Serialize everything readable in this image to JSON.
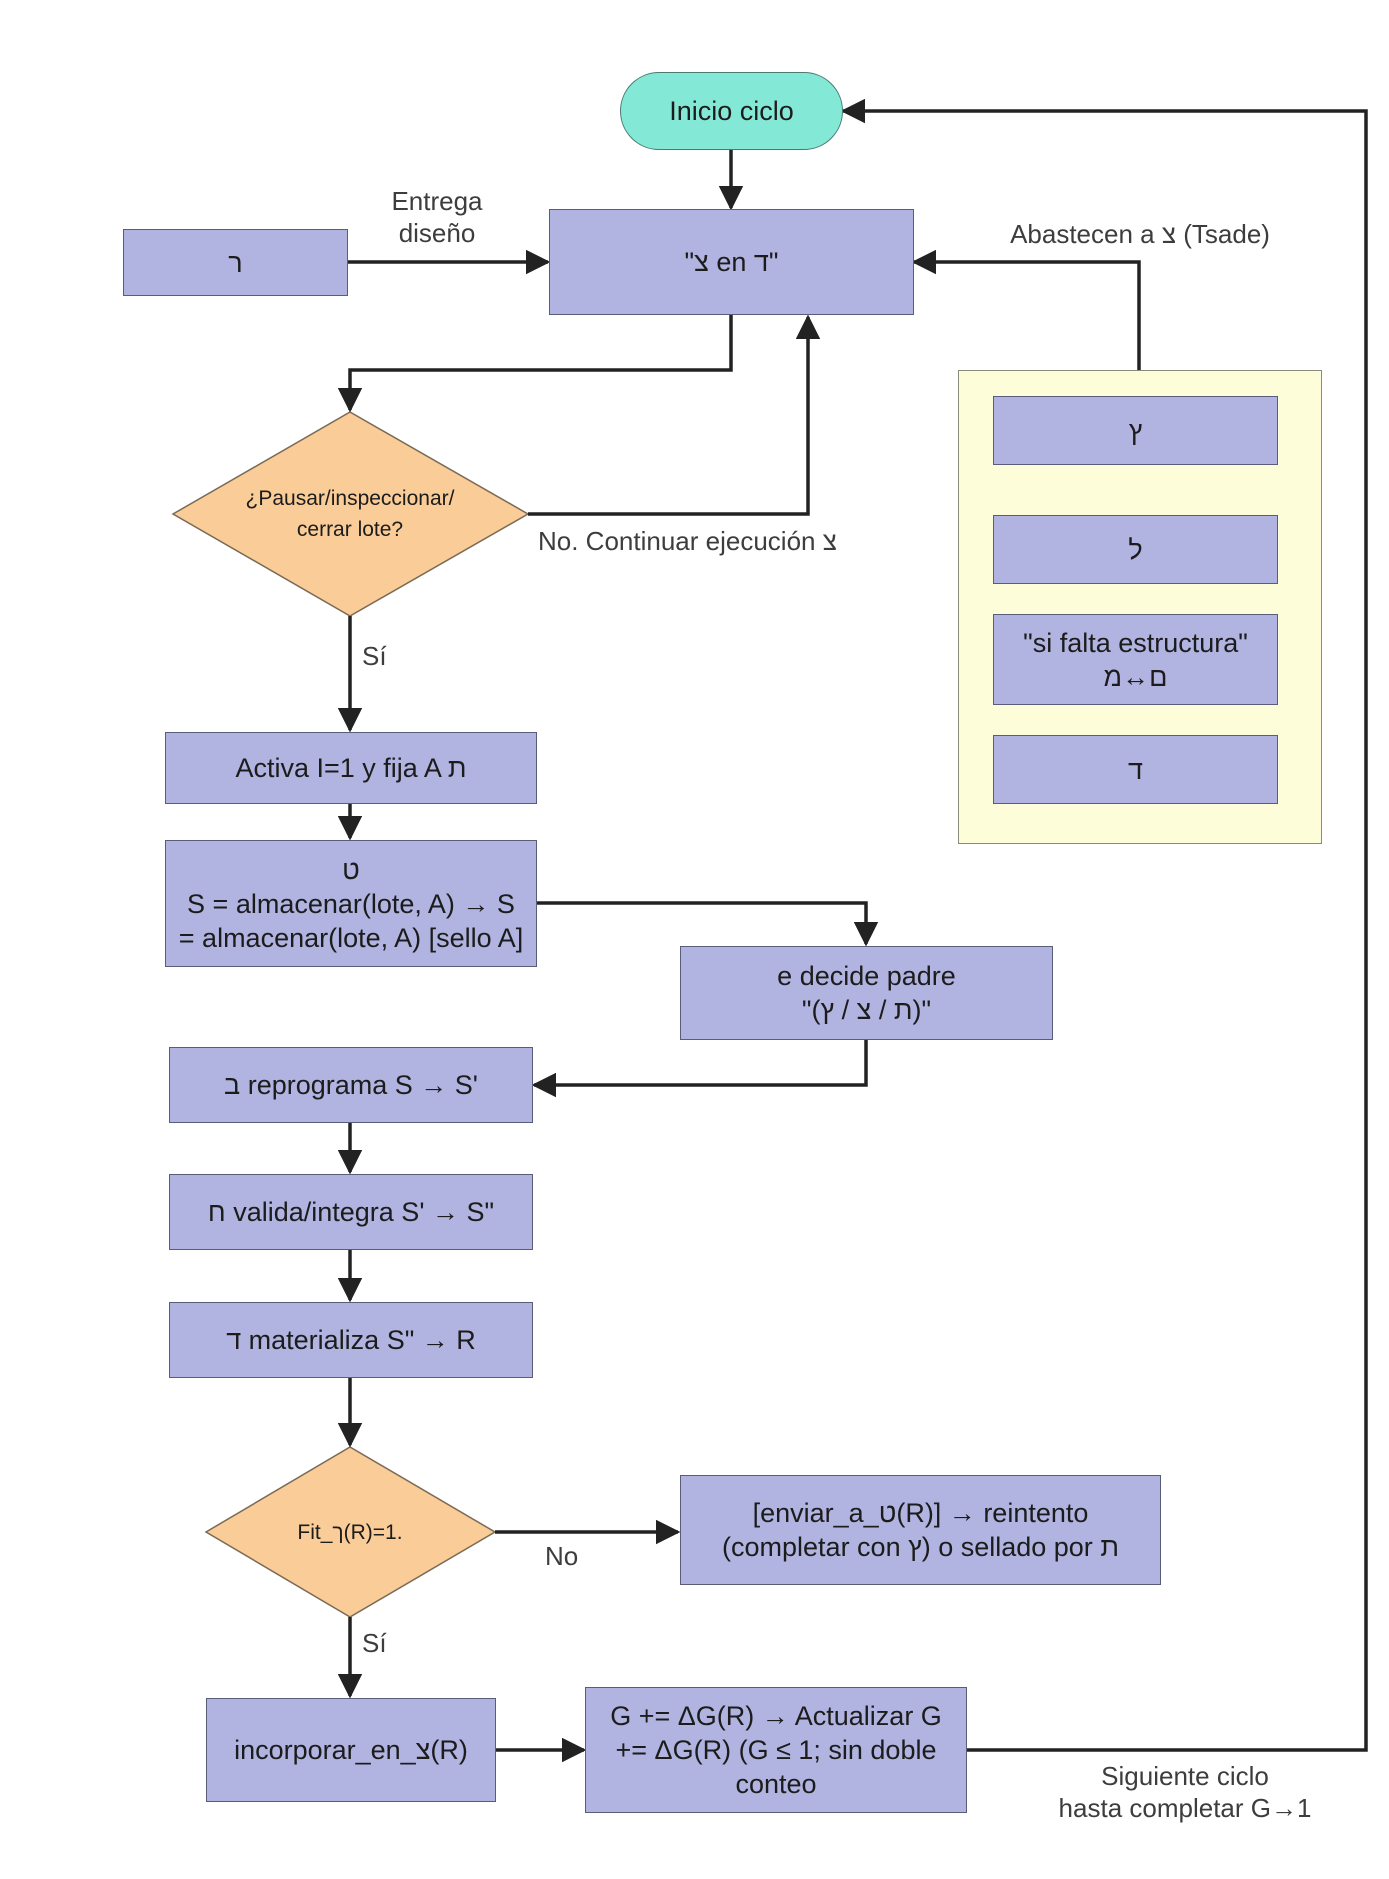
{
  "colors": {
    "process_fill": "#b1b3e0",
    "decision_fill": "#f9cc98",
    "start_fill": "#84e8d6",
    "panel_fill": "#fdfdd9",
    "arrow": "#222222"
  },
  "nodes": {
    "start": "Inicio ciclo",
    "resh": "ר",
    "tsade_dalet": "\"צ en ד\"",
    "decision_pause": "¿Pausar/inspeccionar/\ncerrar lote?",
    "activa": "Activa I=1 y fija A ת",
    "store": "ט\nS = almacenar(lote, A) → S\n= almacenar(lote, A) [sello A]",
    "decide_padre": "e decide padre\n\"(ת / צ / ץ)\"",
    "reprograma": "ב reprograma S → S'",
    "valida": "ח valida/integra S' → S\"",
    "materializa": "ד materializa S\" → R",
    "decision_fit": "Fit_ך(R)=1.",
    "reintento": "[enviar_a_ט(R)]  → reintento\n(completar con ץ) o sellado por ת",
    "incorporar": "incorporar_en_צ(R)",
    "actualizar": "G += ΔG(R) → Actualizar G\n+= ΔG(R) (G ≤ 1; sin doble\nconteo"
  },
  "panel": {
    "items": [
      "ץ",
      "ל",
      "\"si falta estructura\"\nם↔מ",
      "ד"
    ]
  },
  "edge_labels": {
    "entrega": "Entrega\ndiseño",
    "abastecen": "Abastecen a צ (Tsade)",
    "no_continuar": "No. Continuar ejecución צ",
    "si_1": "Sí",
    "no_2": "No",
    "si_2": "Sí",
    "siguiente": "Siguiente ciclo\nhasta completar G→1"
  }
}
